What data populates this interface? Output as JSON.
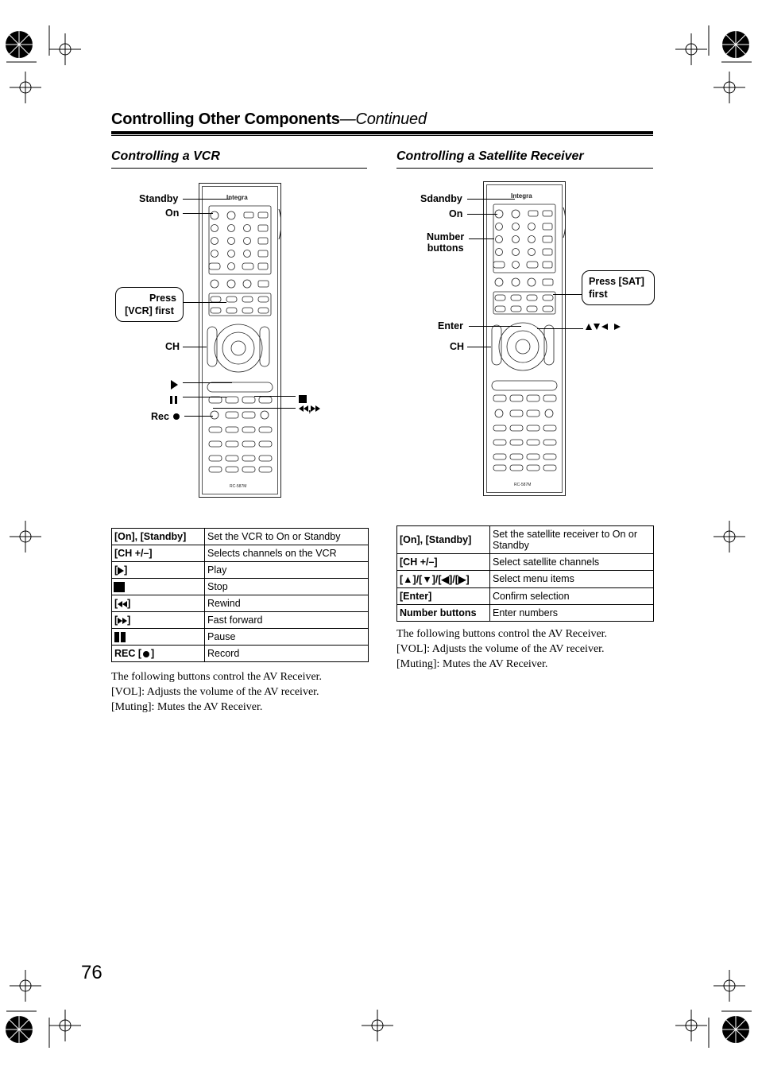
{
  "header": {
    "title": "Controlling Other Components",
    "continued": "—Continued"
  },
  "vcr": {
    "title": "Controlling a VCR",
    "callouts": {
      "standby": "Standby",
      "on": "On",
      "press_l1": "Press",
      "press_l2": "[VCR] first",
      "ch": "CH",
      "rec": "Rec",
      "ffrew": ", "
    },
    "rows": [
      {
        "key": "[On], [Standby]",
        "value": "Set the VCR to On or Standby"
      },
      {
        "key": "[CH +/–]",
        "value": "Selects channels on the VCR"
      },
      {
        "key": "[",
        "key_end": "]",
        "icon": "play-icon",
        "value": "Play"
      },
      {
        "key": "",
        "icon": "stop-icon",
        "value": "Stop"
      },
      {
        "key": "[",
        "key_end": "]",
        "icon": "rewind-icon",
        "value": "Rewind"
      },
      {
        "key": "[",
        "key_end": "]",
        "icon": "fast-forward-icon",
        "value": "Fast forward"
      },
      {
        "key": "",
        "icon": "pause-icon",
        "value": "Pause"
      },
      {
        "key": "REC [",
        "key_end": "]",
        "icon": "record-icon",
        "value": "Record"
      }
    ],
    "notes": [
      "The following buttons control the AV Receiver.",
      "[VOL]: Adjusts the volume of the AV receiver.",
      "[Muting]: Mutes the AV Receiver."
    ]
  },
  "sat": {
    "title": "Controlling a Satellite Receiver",
    "callouts": {
      "standby": "Sdandby",
      "on": "On",
      "number_l1": "Number",
      "number_l2": "buttons",
      "press_l1": "Press [SAT]",
      "press_l2": "first",
      "enter": "Enter",
      "ch": "CH"
    },
    "rows": [
      {
        "key": "[On], [Standby]",
        "value": "Set the satellite receiver to On or Standby"
      },
      {
        "key": "[CH +/–]",
        "value": "Select satellite channels"
      },
      {
        "key": "[▲]/[▼]/[◀]/[▶]",
        "value": "Select menu items"
      },
      {
        "key": "[Enter]",
        "value": "Confirm selection"
      },
      {
        "key": "Number buttons",
        "value": "Enter numbers"
      }
    ],
    "notes": [
      "The following buttons control the AV Receiver.",
      "[VOL]: Adjusts the volume of the AV receiver.",
      "[Muting]: Mutes the AV Receiver."
    ]
  },
  "remote": {
    "brand": "Integra",
    "model": "RC-587M"
  },
  "page_number": "76"
}
